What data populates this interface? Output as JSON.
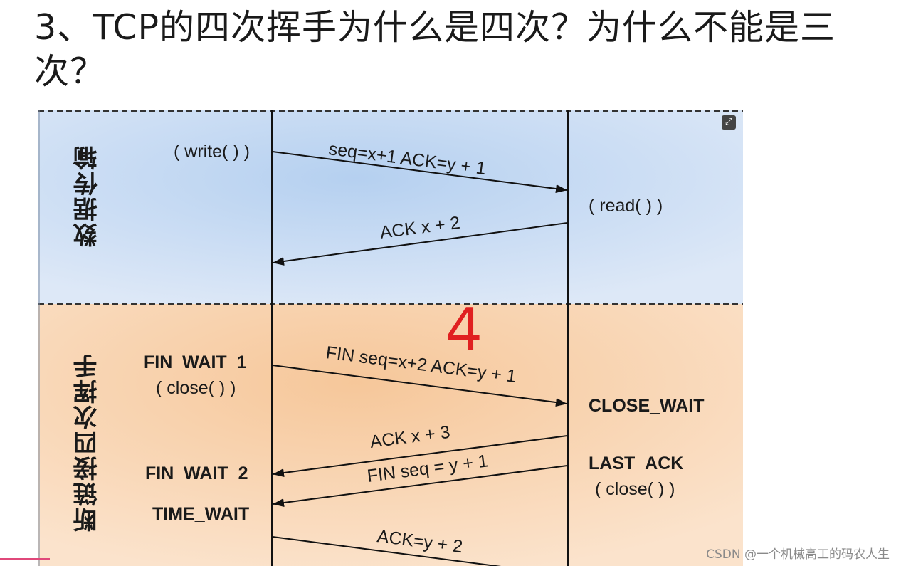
{
  "slide": {
    "title": "3、TCP的四次挥手为什么是四次？为什么不能是三次？"
  },
  "diagram": {
    "sections": {
      "data_transfer": "数据传输",
      "four_way_close": "断链接四次挥手"
    },
    "left_labels": {
      "write": "( write( ) )",
      "fin_wait_1": "FIN_WAIT_1",
      "close": "( close( ) )",
      "fin_wait_2": "FIN_WAIT_2",
      "time_wait": "TIME_WAIT"
    },
    "right_labels": {
      "read": "( read( ) )",
      "close_wait": "CLOSE_WAIT",
      "last_ack": "LAST_ACK",
      "close": "( close( ) )"
    },
    "messages": {
      "m1": "seq=x+1 ACK=y + 1",
      "m2": "ACK x + 2",
      "m3": "FIN seq=x+2 ACK=y + 1",
      "m4": "ACK x + 3",
      "m5": "FIN seq = y + 1",
      "m6": "ACK=y + 2"
    },
    "annotation": "4",
    "expand_icon": "expand-icon"
  },
  "watermark": "CSDN @一个机械高工的码农人生",
  "colors": {
    "top_bg": "#c9dcf2",
    "bottom_bg": "#f9d4ad",
    "annotation": "#e02020"
  }
}
